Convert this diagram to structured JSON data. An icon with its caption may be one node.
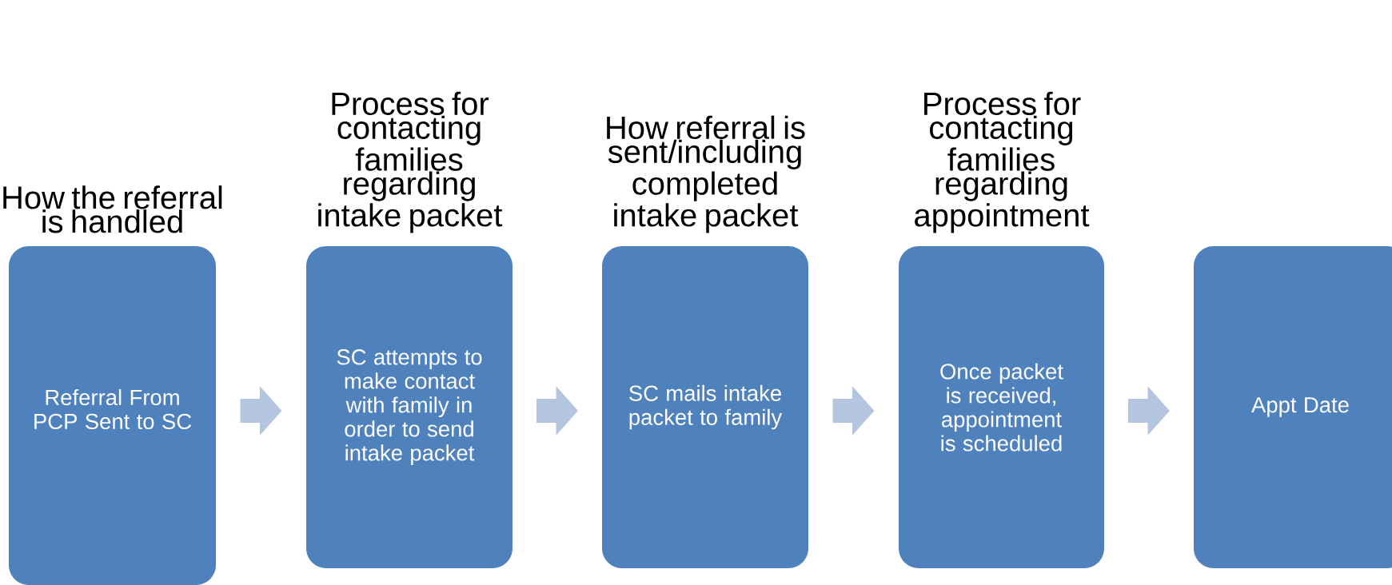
{
  "diagram": {
    "nodes": [
      {
        "text": [
          "How the referral is handled",
          "Referral From PCP Sent to SC"
        ]
      },
      {
        "text": [
          "Process for contacting families regarding intake packet",
          "SC attempts to make contact  with family in order to send intake packet"
        ]
      },
      {
        "text": [
          "How referral is sent/including completed intake packet",
          "SC mails intake packet to family"
        ]
      },
      {
        "text": [
          "Process for contacting families regarding appointment",
          "Once packet is received, appointment is scheduled"
        ]
      },
      {
        "text": [
          "Appt Date"
        ]
      }
    ],
    "edges": [
      {
        "from": 0,
        "to": 1,
        "arrow": "to"
      },
      {
        "from": 1,
        "to": 2,
        "arrow": "to"
      },
      {
        "from": 2,
        "to": 3,
        "arrow": "to"
      },
      {
        "from": 3,
        "to": 4,
        "arrow": "to"
      }
    ]
  }
}
